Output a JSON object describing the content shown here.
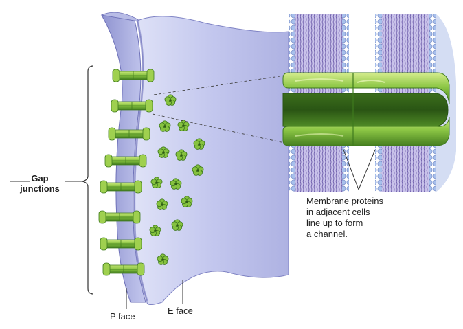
{
  "labels": {
    "gap_junctions": [
      "Gap",
      "junctions"
    ],
    "p_face": "P face",
    "e_face": "E face",
    "description": [
      "Membrane proteins",
      "in adjacent cells",
      "line up to form",
      "a channel."
    ]
  },
  "colors": {
    "membrane_light": "#cfd3f0",
    "membrane_mid": "#a9aee0",
    "membrane_dark": "#6e71b8",
    "protein_light": "#b7dd6a",
    "protein_mid": "#7db83a",
    "protein_dark": "#3f7a1e",
    "lipid_head": "#9fb6e6",
    "lipid_tail": "#7a6bb0",
    "line": "#333333"
  }
}
